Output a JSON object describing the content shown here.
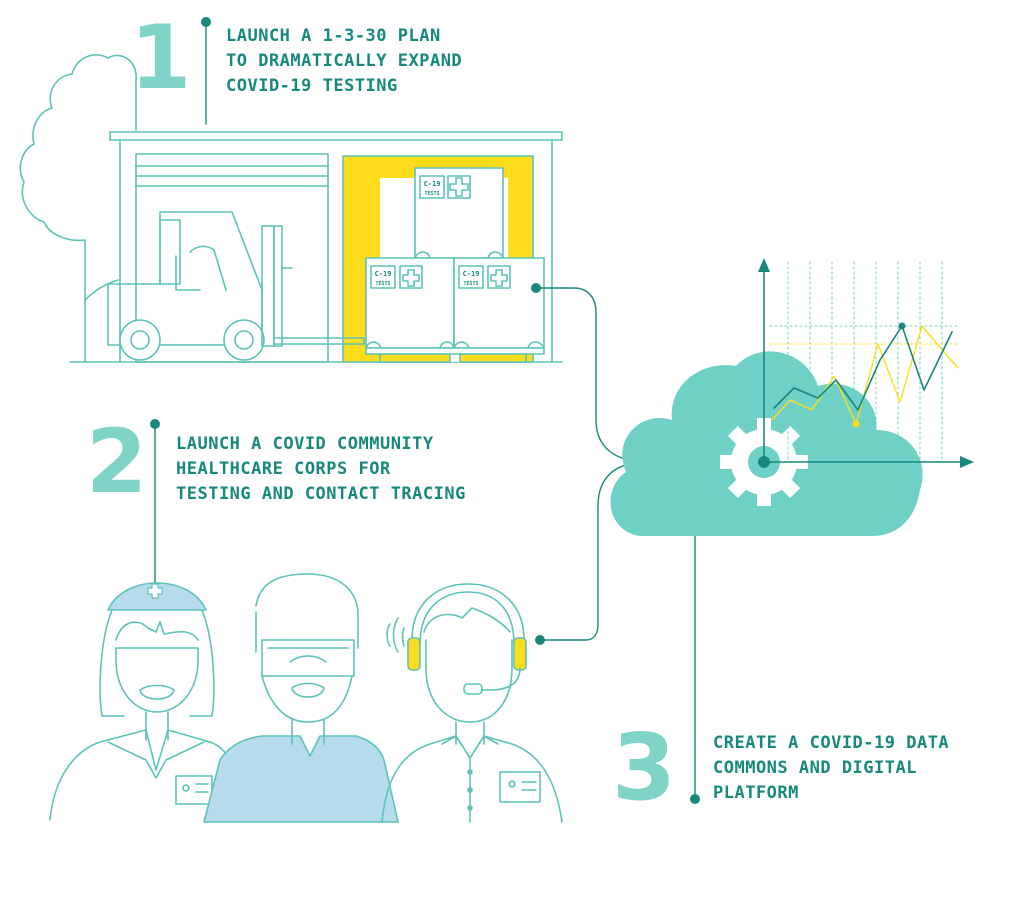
{
  "colors": {
    "teal_dark": "#17897c",
    "teal_line": "#5cc3b8",
    "teal_light": "#7fd3c7",
    "cloud_fill": "#6fd1c6",
    "yellow": "#fddc1c",
    "scrubs_blue": "#b6dcec"
  },
  "steps": [
    {
      "number": "1",
      "lines": [
        "LAUNCH A 1-3-30 PLAN",
        "TO DRAMATICALLY EXPAND",
        "COVID-19 TESTING"
      ]
    },
    {
      "number": "2",
      "lines": [
        "LAUNCH A COVID COMMUNITY",
        "HEALTHCARE CORPS FOR",
        "TESTING AND CONTACT TRACING"
      ]
    },
    {
      "number": "3",
      "lines": [
        "CREATE A COVID-19 DATA",
        "COMMONS AND DIGITAL",
        "PLATFORM"
      ]
    }
  ],
  "box_labels": {
    "line1": "C-19",
    "line2": "TESTS"
  },
  "icons": [
    "tree-icon",
    "warehouse-icon",
    "forklift-icon",
    "test-box-icon",
    "cloud-icon",
    "gear-icon",
    "line-chart-icon",
    "nurse-icon",
    "surgeon-icon",
    "call-agent-icon",
    "headset-icon",
    "id-badge-icon"
  ]
}
